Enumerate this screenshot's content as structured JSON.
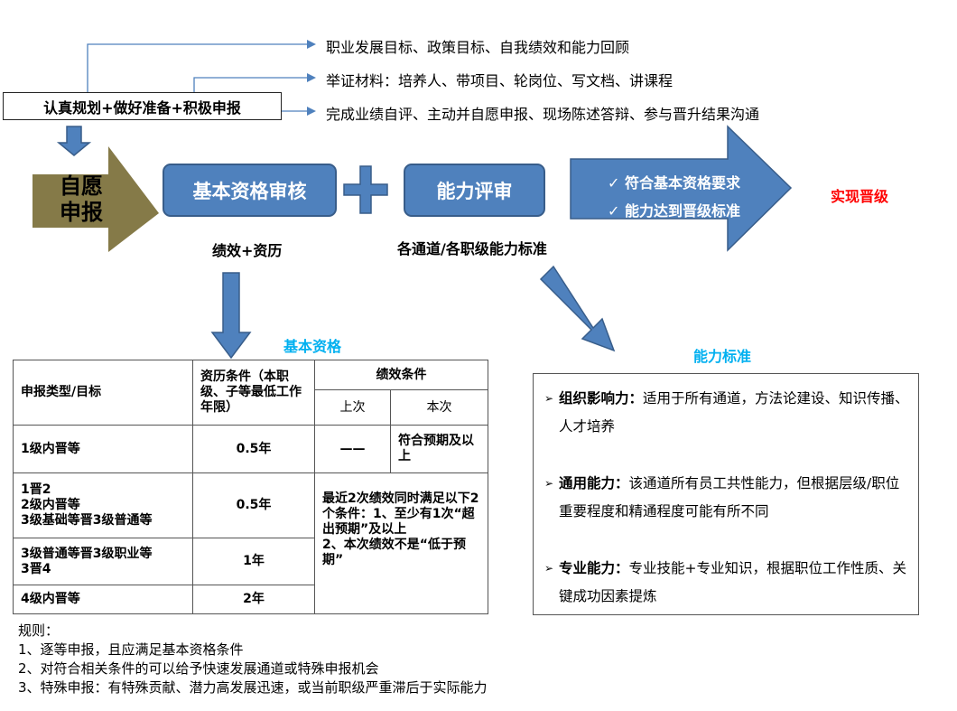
{
  "top_items": [
    "职业发展目标、政策目标、自我绩效和能力回顾",
    "举证材料：培养人、带项目、轮岗位、写文档、讲课程",
    "完成业绩自评、主动并自愿申报、现场陈述答辩、参与晋升结果沟通"
  ],
  "start_box": "认真规划+做好准备+积极申报",
  "self_apply": [
    "自愿",
    "申报"
  ],
  "basic_review": "基本资格审核",
  "basic_review_sub": "绩效+资历",
  "ability_review": "能力评审",
  "ability_review_sub": "各通道/各职级能力标准",
  "checks": [
    "✓ 符合基本资格要求",
    "✓ 能力达到晋级标准"
  ],
  "result": "实现晋级",
  "section_basic": "基本资格",
  "section_ability": "能力标准",
  "table": {
    "header": {
      "type": "申报类型/目标",
      "seniority": "资历条件（本职级、子等最低工作年限）",
      "performance": "绩效条件",
      "last": "上次",
      "this": "本次"
    },
    "rows": [
      {
        "type": "1级内晋等",
        "seniority": "0.5年",
        "last": "——",
        "this": "符合预期及以上"
      },
      {
        "type": "1晋2\n2级内晋等\n3级基础等晋3级普通等",
        "seniority": "0.5年"
      },
      {
        "type": "3级普通等晋3级职业等\n3晋4",
        "seniority": "1年"
      },
      {
        "type": "4级内晋等",
        "seniority": "2年"
      }
    ],
    "merged_condition": "最近2次绩效同时满足以下2个条件：1、至少有1次“超出预期”及以上\n2、本次绩效不是“低于预期”"
  },
  "ability_items": [
    {
      "head": "组织影响力：",
      "text": "适用于所有通道，方法论建设、知识传播、人才培养"
    },
    {
      "head": "通用能力：",
      "text": "该通道所有员工共性能力，但根据层级/职位重要程度和精通程度可能有所不同"
    },
    {
      "head": "专业能力：",
      "text": "专业技能+专业知识，根据职位工作性质、关键成功因素提炼"
    }
  ],
  "rules": [
    "规则：",
    "1、逐等申报，且应满足基本资格条件",
    "2、对符合相关条件的可以给予快速发展通道或特殊申报机会",
    "3、特殊申报：有特殊贡献、潜力高发展迅速，或当前职级严重滞后于实际能力"
  ],
  "colors": {
    "accent": "#4f81bd",
    "olive": "#857a48",
    "result": "#ff0000",
    "title": "#00b0f0"
  }
}
